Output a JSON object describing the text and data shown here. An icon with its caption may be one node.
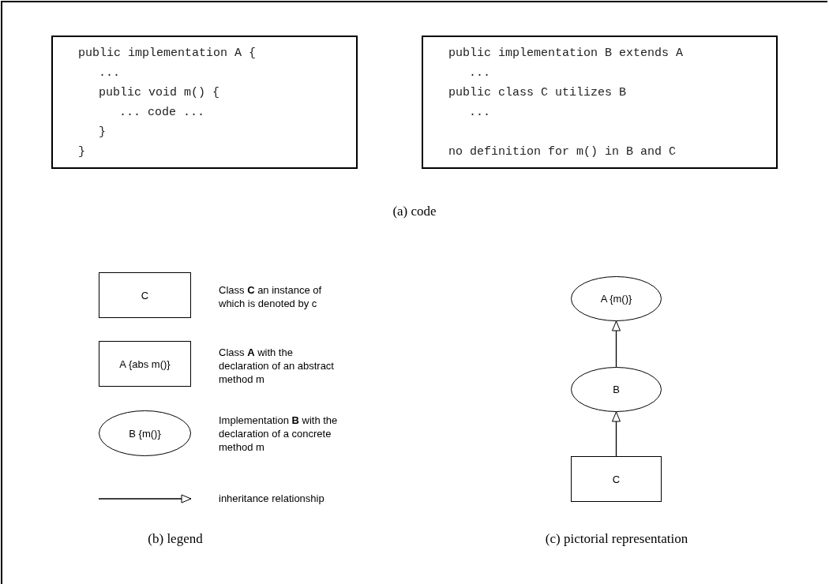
{
  "diagram": {
    "nodes": [
      {
        "text": [
          "public implementation A {",
          "...",
          "public void m() {",
          "... code ...",
          "}",
          "}"
        ]
      },
      {
        "text": [
          "public implementation B extends A",
          "...",
          "public class C utilizes B",
          "...",
          "no definition for m() in B and C"
        ]
      },
      {
        "text": [
          "C"
        ],
        "beside": [
          "Class **C** an instance of which is denoted by c"
        ]
      },
      {
        "text": [
          "A {abs m()}"
        ],
        "beside": [
          "Class **A** with the declaration of an abstract method m"
        ]
      },
      {
        "text": [
          "B {m()}"
        ],
        "beside": [
          "Implementation **B** with the declaration of a concrete method m"
        ]
      },
      {
        "text": [
          "A {m()}"
        ]
      },
      {
        "text": [
          "B"
        ]
      },
      {
        "text": [
          "C"
        ]
      }
    ],
    "edges": [
      {
        "from": 7,
        "to": 6,
        "arrow": "to"
      },
      {
        "from": 6,
        "to": 5,
        "arrow": "to"
      }
    ],
    "labels": [
      "(a) code",
      "(b) legend",
      "(c) pictorial representation"
    ],
    "legend": [
      {
        "text": "inheritance relationship"
      }
    ]
  }
}
